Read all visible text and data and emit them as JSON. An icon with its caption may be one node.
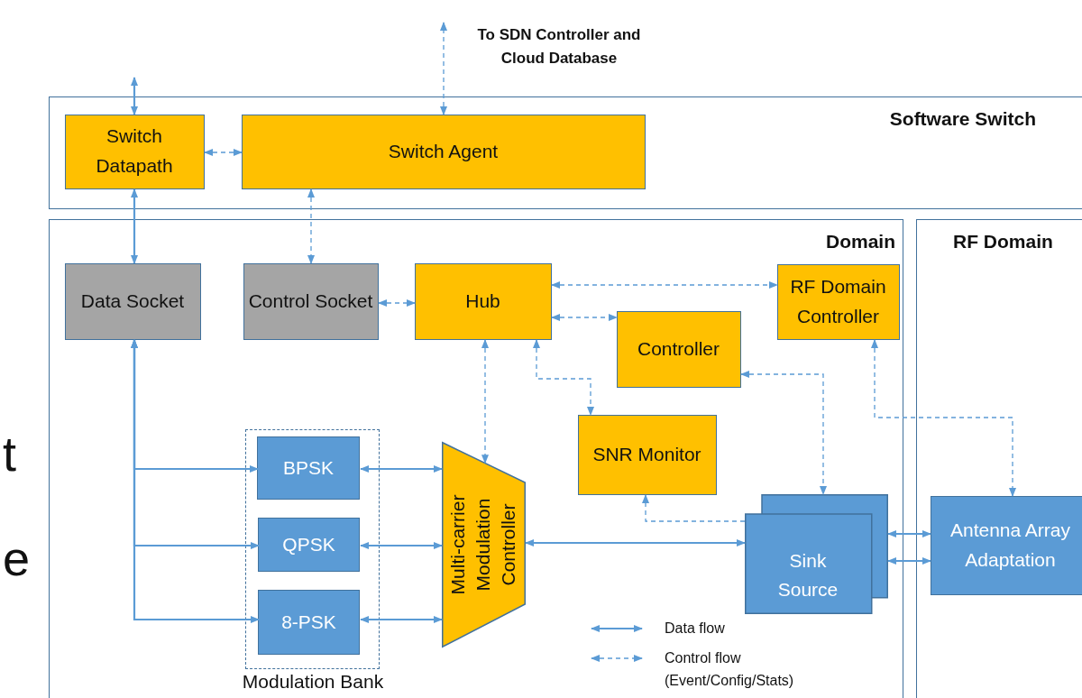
{
  "diagram": {
    "nodes": [
      {
        "text": [
          "Software Switch"
        ]
      },
      {
        "text": [
          "Switch Datapath"
        ],
        "in": 0
      },
      {
        "text": [
          "Switch Agent"
        ],
        "in": 0
      },
      {
        "text": [
          "Domain"
        ]
      },
      {
        "text": [
          "RF Domain"
        ]
      },
      {
        "text": [
          "Data Socket"
        ],
        "in": 3
      },
      {
        "text": [
          "Control Socket"
        ],
        "in": 3
      },
      {
        "text": [
          "Hub"
        ],
        "in": 3
      },
      {
        "text": [
          "RF Domain Controller"
        ],
        "in": 3
      },
      {
        "text": [
          "Controller"
        ],
        "in": 3
      },
      {
        "text": [
          "Modulation Bank"
        ],
        "in": 3
      },
      {
        "text": [
          "BPSK"
        ],
        "in": 10
      },
      {
        "text": [
          "QPSK"
        ],
        "in": 10
      },
      {
        "text": [
          "8-PSK"
        ],
        "in": 10
      },
      {
        "text": [
          "Multi-carrier Modulation Controller"
        ],
        "in": 3
      },
      {
        "text": [
          "SNR Monitor"
        ],
        "in": 3
      },
      {
        "text": [
          "Sink Source"
        ],
        "in": 3
      },
      {
        "text": [
          "Antenna Array Adaptation"
        ],
        "in": 4
      }
    ],
    "edges": [
      {
        "from": 1,
        "to": null,
        "arrow": "both"
      },
      {
        "from": 2,
        "to": null,
        "arrow": "both",
        "style": "dashed"
      },
      {
        "from": 1,
        "to": 2,
        "arrow": "both",
        "style": "dashed"
      },
      {
        "from": 1,
        "to": 5,
        "arrow": "both"
      },
      {
        "from": 2,
        "to": 6,
        "arrow": "both",
        "style": "dashed"
      },
      {
        "from": 6,
        "to": 7,
        "arrow": "both",
        "style": "dashed"
      },
      {
        "from": 7,
        "to": 8,
        "arrow": "both",
        "style": "dashed"
      },
      {
        "from": 7,
        "to": 9,
        "arrow": "both",
        "style": "dashed"
      },
      {
        "from": 7,
        "to": 14,
        "arrow": "both",
        "style": "dashed"
      },
      {
        "from": 7,
        "to": 15,
        "arrow": "both",
        "style": "dashed"
      },
      {
        "from": 9,
        "to": 16,
        "arrow": "both",
        "style": "dashed"
      },
      {
        "from": 8,
        "to": 17,
        "arrow": "both",
        "style": "dashed"
      },
      {
        "from": 16,
        "to": 15,
        "arrow": "to",
        "style": "dashed"
      },
      {
        "from": 5,
        "to": 11,
        "arrow": "both"
      },
      {
        "from": 5,
        "to": 12,
        "arrow": "both"
      },
      {
        "from": 5,
        "to": 13,
        "arrow": "both"
      },
      {
        "from": 11,
        "to": 14,
        "arrow": "both"
      },
      {
        "from": 12,
        "to": 14,
        "arrow": "both"
      },
      {
        "from": 13,
        "to": 14,
        "arrow": "both"
      },
      {
        "from": 14,
        "to": 16,
        "arrow": "both"
      },
      {
        "from": 16,
        "to": 17,
        "arrow": "both"
      },
      {
        "from": 16,
        "to": 17,
        "arrow": "both"
      }
    ],
    "labels": [
      "To SDN Controller and Cloud Database",
      "t",
      "e"
    ],
    "legend": [
      {
        "text": "Data flow"
      },
      {
        "text": "Control flow (Event/Config/Stats)"
      }
    ]
  }
}
